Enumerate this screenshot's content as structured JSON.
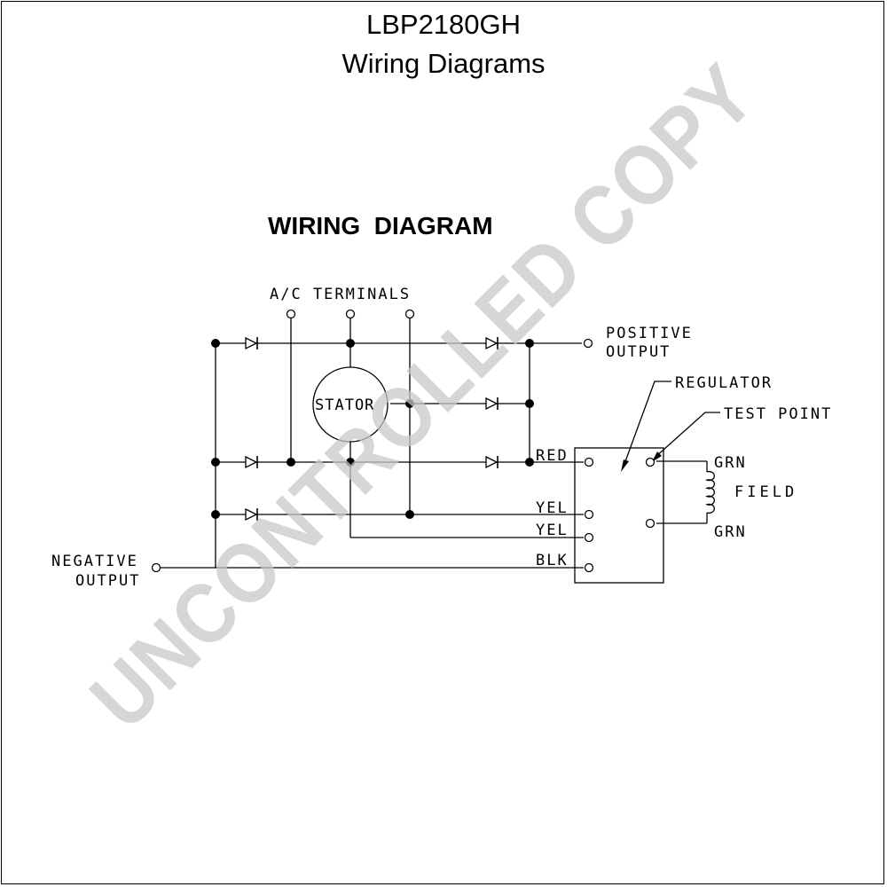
{
  "header": {
    "model": "LBP2180GH",
    "subtitle": "Wiring Diagrams"
  },
  "diagram": {
    "heading": "WIRING  DIAGRAM",
    "ac_terminals": "A/C TERMINALS",
    "stator": "STATOR",
    "positive_output": [
      "POSITIVE",
      "OUTPUT"
    ],
    "negative_output": [
      "NEGATIVE",
      "OUTPUT"
    ],
    "regulator": "REGULATOR",
    "test_point": "TEST POINT",
    "field": "FIELD",
    "wires": {
      "red": "RED",
      "yel1": "YEL",
      "yel2": "YEL",
      "blk": "BLK",
      "grn1": "GRN",
      "grn2": "GRN"
    }
  },
  "watermark": "UNCONTROLLED COPY"
}
